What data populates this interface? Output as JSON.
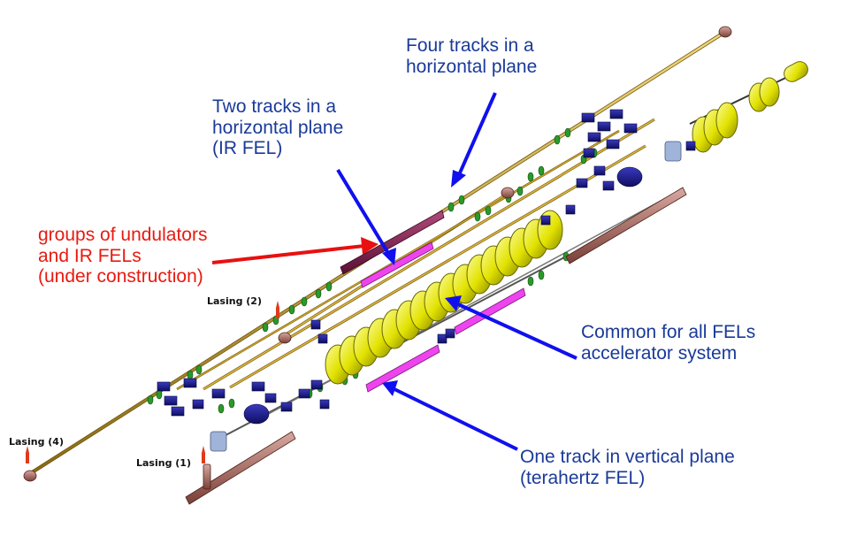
{
  "labels": {
    "four_tracks": [
      "Four tracks in a",
      "horizontal plane"
    ],
    "two_tracks": [
      "Two tracks in a",
      "horizontal plane",
      "(IR FEL)"
    ],
    "undulators": [
      "groups of undulators",
      "and IR FELs",
      "(under construction)"
    ],
    "common": [
      "Common for all FELs",
      "accelerator system"
    ],
    "one_track": [
      "One track in vertical plane",
      "(terahertz FEL)"
    ],
    "lasing_1": "Lasing (1)",
    "lasing_2": "Lasing (2)",
    "lasing_4": "Lasing (4)"
  },
  "colors": {
    "label_blue": "#1a3a9a",
    "label_red": "#e81a10",
    "arrow_blue": "#1010ee",
    "arrow_red": "#e81010",
    "track": "#c9a227",
    "magnet": "#1a1a8c",
    "cavity": "#e6e600",
    "fel_magenta": "#ee33ee",
    "fel_maroon": "#7a1a4a",
    "gun": "#a06060"
  }
}
